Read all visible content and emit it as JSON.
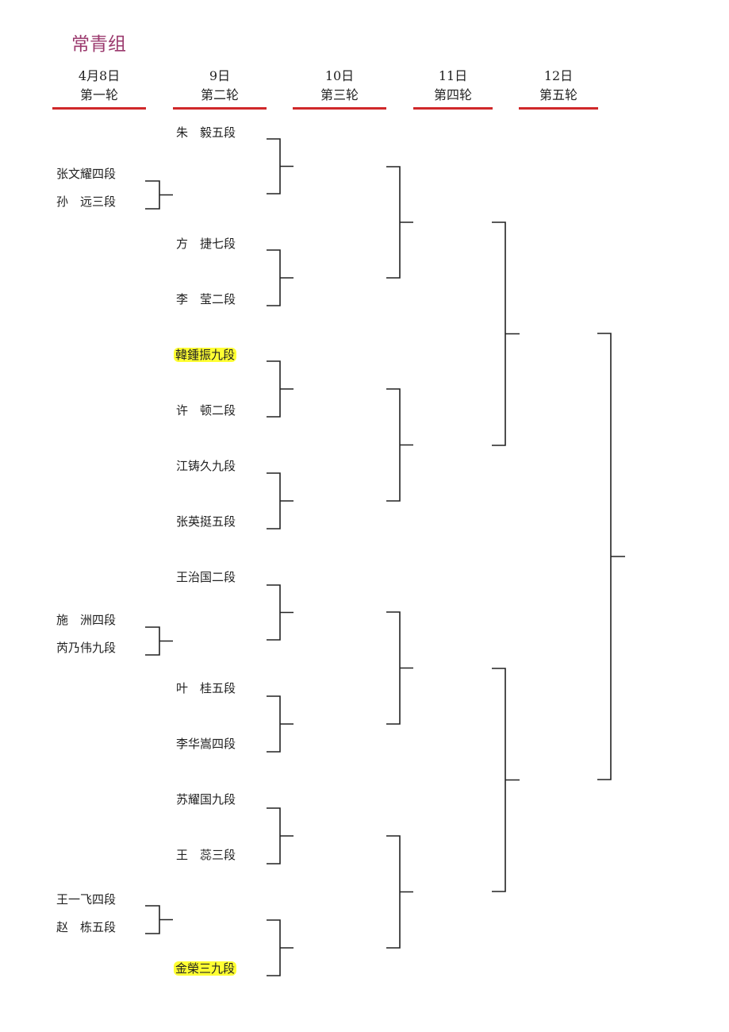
{
  "title": "常青组",
  "rounds": [
    {
      "date": "4月8日",
      "label": "第一轮"
    },
    {
      "date": "9日",
      "label": "第二轮"
    },
    {
      "date": "10日",
      "label": "第三轮"
    },
    {
      "date": "11日",
      "label": "第四轮"
    },
    {
      "date": "12日",
      "label": "第五轮"
    }
  ],
  "round1_players": [
    "张文耀四段",
    "孙　远三段",
    "施　洲四段",
    "芮乃伟九段",
    "王一飞四段",
    "赵　栋五段"
  ],
  "round2_players": [
    "朱　毅五段",
    "方　捷七段",
    "李　莹二段",
    "韓鍾振九段",
    "许　顿二段",
    "江铸久九段",
    "张英挺五段",
    "王治国二段",
    "叶　桂五段",
    "李华嵩四段",
    "苏耀国九段",
    "王　蕊三段",
    "金榮三九段"
  ],
  "highlighted": [
    "韓鍾振九段",
    "金榮三九段"
  ],
  "highlight_color": "#ffff33",
  "accent_color": "#d0282a"
}
